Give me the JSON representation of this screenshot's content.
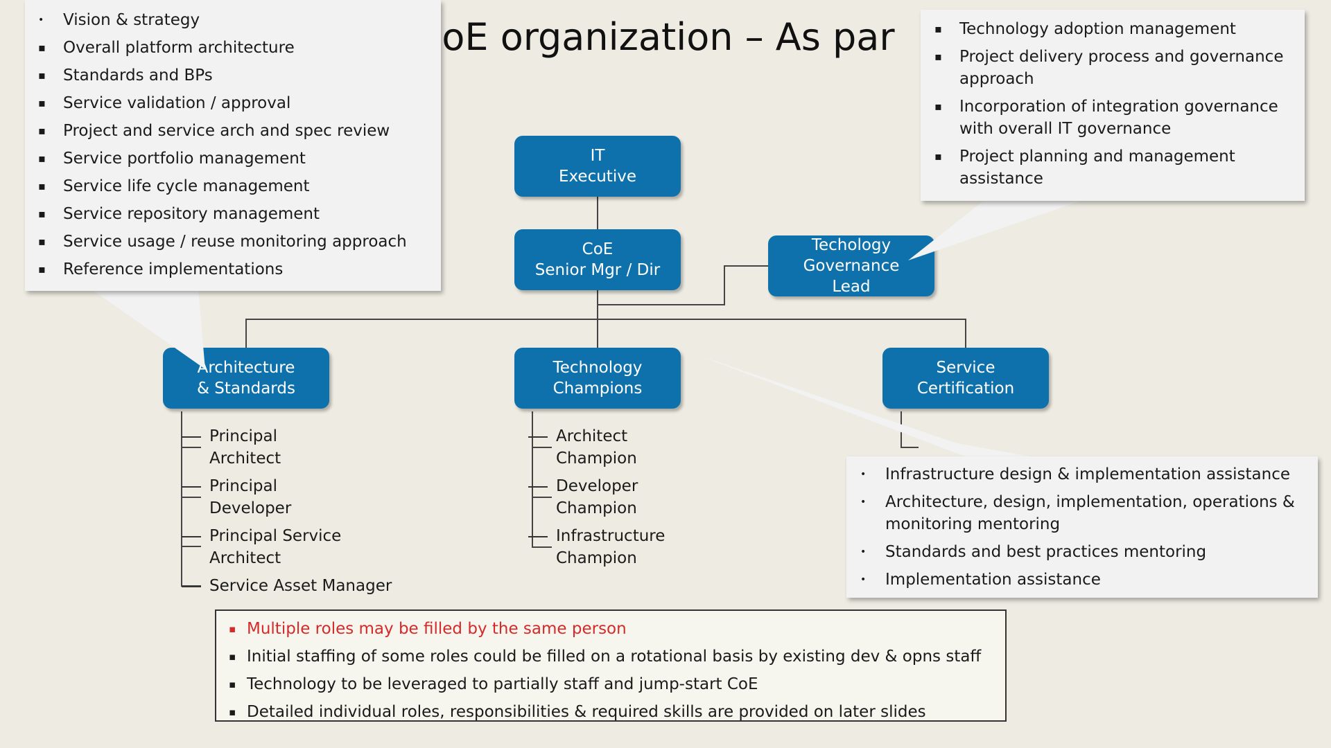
{
  "title": "ple CoE organization – As par",
  "nodes": {
    "it_executive": "IT\nExecutive",
    "coe_lead": "CoE\nSenior Mgr / Dir",
    "tech_gov_lead": "Techology\nGovernance\nLead",
    "arch_standards": "Architecture\n& Standards",
    "tech_champions": "Technology\nChampions",
    "service_cert": "Service\nCertification"
  },
  "arch_roles": [
    "Principal\nArchitect",
    "Principal\nDeveloper",
    "Principal Service\nArchitect",
    "Service Asset Manager"
  ],
  "champion_roles": [
    "Architect\nChampion",
    "Developer\nChampion",
    "Infrastructure\nChampion"
  ],
  "callout_arch": [
    "Vision & strategy",
    "Overall platform architecture",
    "Standards and BPs",
    "Service validation / approval",
    "Project and service arch and spec review",
    "Service portfolio management",
    "Service life cycle management",
    "Service repository management",
    "Service usage / reuse monitoring approach",
    "Reference implementations"
  ],
  "callout_governance": [
    "Technology adoption management",
    "Project delivery process and governance approach",
    "Incorporation of integration governance with overall IT governance",
    "Project planning and management assistance"
  ],
  "callout_champions": [
    "Infrastructure design & implementation assistance",
    "Architecture, design, implementation, operations & monitoring mentoring",
    "Standards and best practices mentoring",
    "Implementation assistance"
  ],
  "notes": [
    "Multiple roles may be filled by the same person",
    "Initial staffing of some roles could be filled on a rotational basis by existing dev & opns staff",
    "Technology to be leveraged to partially staff and jump-start CoE",
    "Detailed individual roles, responsibilities & required skills are provided on later slides"
  ],
  "colors": {
    "node_fill": "#0e71ab",
    "callout_fill": "#f2f2f2",
    "background": "#eeece2",
    "note_highlight": "#d42a2a"
  }
}
